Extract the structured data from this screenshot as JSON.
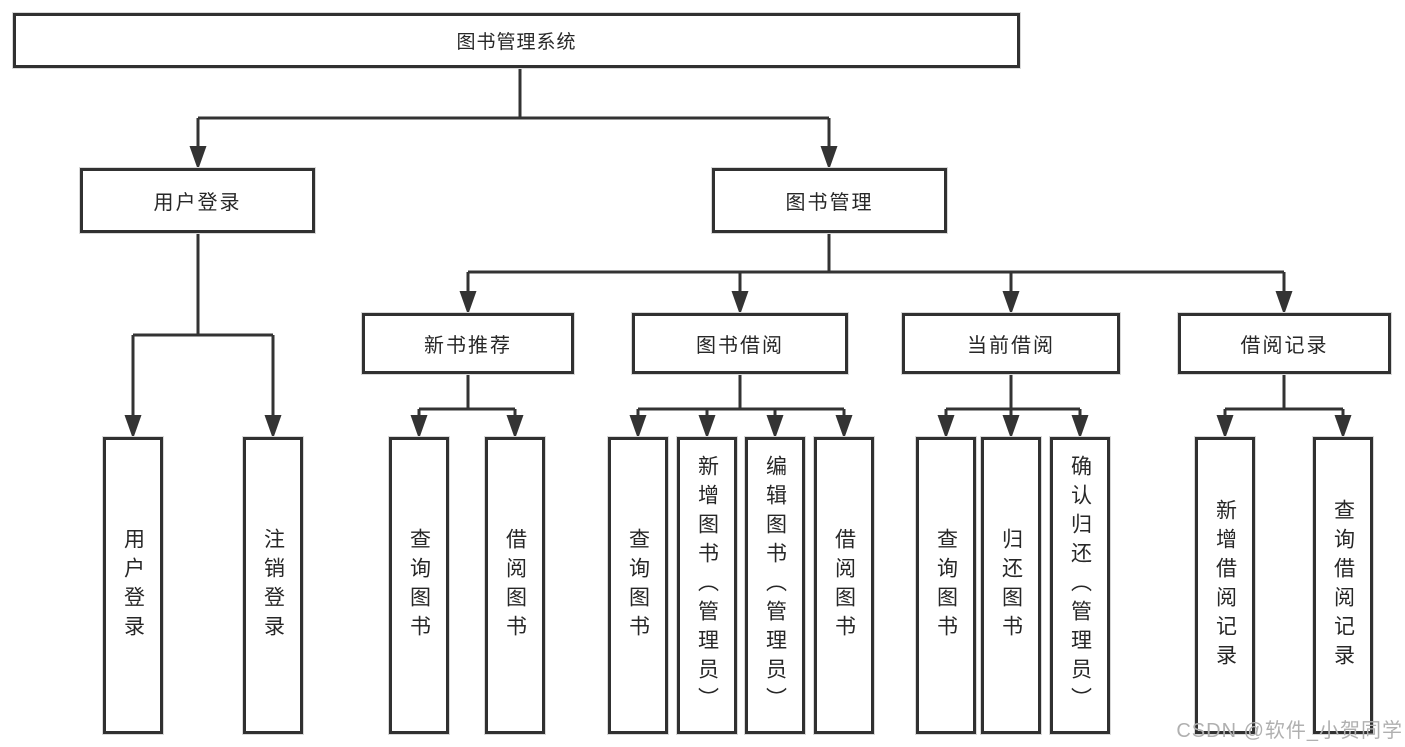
{
  "tree": {
    "root": {
      "label": "图书管理系统",
      "children": [
        {
          "label": "用户登录",
          "children": [
            {
              "label": "用户登录"
            },
            {
              "label": "注销登录"
            }
          ]
        },
        {
          "label": "图书管理",
          "children": [
            {
              "label": "新书推荐",
              "children": [
                {
                  "label": "查询图书"
                },
                {
                  "label": "借阅图书"
                }
              ]
            },
            {
              "label": "图书借阅",
              "children": [
                {
                  "label": "查询图书"
                },
                {
                  "label": "新增图书（管理员）"
                },
                {
                  "label": "编辑图书（管理员）"
                },
                {
                  "label": "借阅图书"
                }
              ]
            },
            {
              "label": "当前借阅",
              "children": [
                {
                  "label": "查询图书"
                },
                {
                  "label": "归还图书"
                },
                {
                  "label": "确认归还（管理员）"
                }
              ]
            },
            {
              "label": "借阅记录",
              "children": [
                {
                  "label": "新增借阅记录"
                },
                {
                  "label": "查询借阅记录"
                }
              ]
            }
          ]
        }
      ]
    }
  },
  "watermark": {
    "text": "CSDN @软件_小贺同学"
  },
  "colors": {
    "line": "#333333",
    "box_border": "#313131",
    "text": "#272727",
    "watermark": "#b0b0b0",
    "background": "#ffffff"
  }
}
